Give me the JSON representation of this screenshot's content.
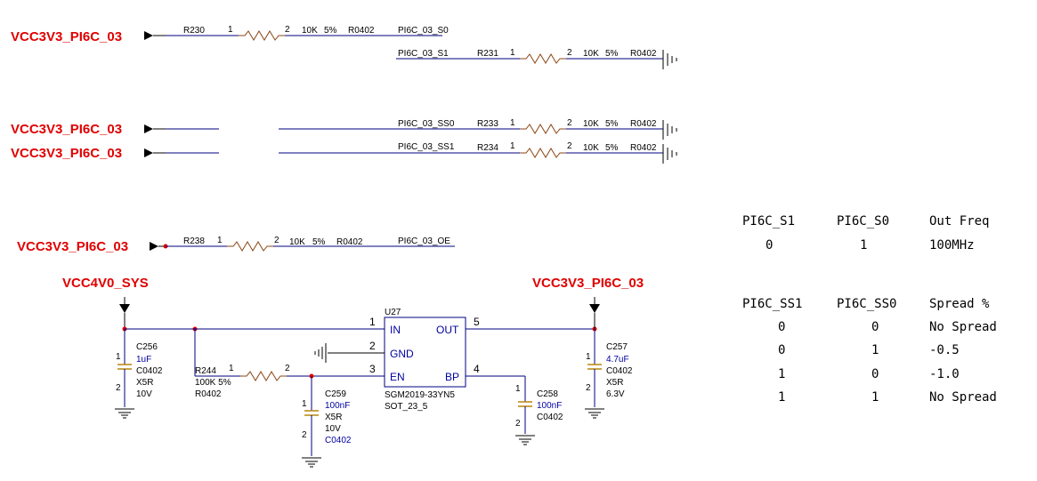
{
  "rails": {
    "vcc3v3": "VCC3V3_PI6C_03",
    "vcc4v0": "VCC4V0_SYS"
  },
  "pins": {
    "p1": "1",
    "p2": "2",
    "p3": "3",
    "p4": "4",
    "p5": "5"
  },
  "resistors": {
    "r230": {
      "ref": "R230",
      "value": "10K",
      "tol": "5%",
      "pkg": "R0402",
      "net": "PI6C_03_S0"
    },
    "r231": {
      "ref": "R231",
      "value": "10K",
      "tol": "5%",
      "pkg": "R0402",
      "net": "PI6C_03_S1"
    },
    "r233": {
      "ref": "R233",
      "value": "10K",
      "tol": "5%",
      "pkg": "R0402",
      "net": "PI6C_03_SS0"
    },
    "r234": {
      "ref": "R234",
      "value": "10K",
      "tol": "5%",
      "pkg": "R0402",
      "net": "PI6C_03_SS1"
    },
    "r238": {
      "ref": "R238",
      "value": "10K",
      "tol": "5%",
      "pkg": "R0402",
      "net": "PI6C_03_OE"
    },
    "r244": {
      "ref": "R244",
      "value": "100K 5%",
      "pkg": "R0402"
    }
  },
  "capacitors": {
    "c256": {
      "ref": "C256",
      "value": "1uF",
      "pkg": "C0402",
      "dielectric": "X5R",
      "voltage": "10V"
    },
    "c257": {
      "ref": "C257",
      "value": "4.7uF",
      "pkg": "C0402",
      "dielectric": "X5R",
      "voltage": "6.3V"
    },
    "c258": {
      "ref": "C258",
      "value": "100nF",
      "pkg": "C0402"
    },
    "c259": {
      "ref": "C259",
      "value": "100nF",
      "dielectric": "X5R",
      "voltage": "10V",
      "pkg": "C0402"
    }
  },
  "ic": {
    "ref": "U27",
    "part": "SGM2019-33YN5",
    "pkg": "SOT_23_5",
    "pin_in": "IN",
    "pin_gnd": "GND",
    "pin_en": "EN",
    "pin_out": "OUT",
    "pin_bp": "BP"
  },
  "freq_table": {
    "headers": [
      "PI6C_S1",
      "PI6C_S0",
      "Out Freq"
    ],
    "rows": [
      [
        "0",
        "1",
        "100MHz"
      ]
    ]
  },
  "spread_table": {
    "headers": [
      "PI6C_SS1",
      "PI6C_SS0",
      "Spread %"
    ],
    "rows": [
      [
        "0",
        "0",
        "No Spread"
      ],
      [
        "0",
        "1",
        "-0.5"
      ],
      [
        "1",
        "0",
        "-1.0"
      ],
      [
        "1",
        "1",
        "No Spread"
      ]
    ]
  },
  "colors": {
    "power_label": "#e00000",
    "wire": "#000080",
    "resistor": "#8b4513",
    "capacitor": "#b8860b"
  }
}
